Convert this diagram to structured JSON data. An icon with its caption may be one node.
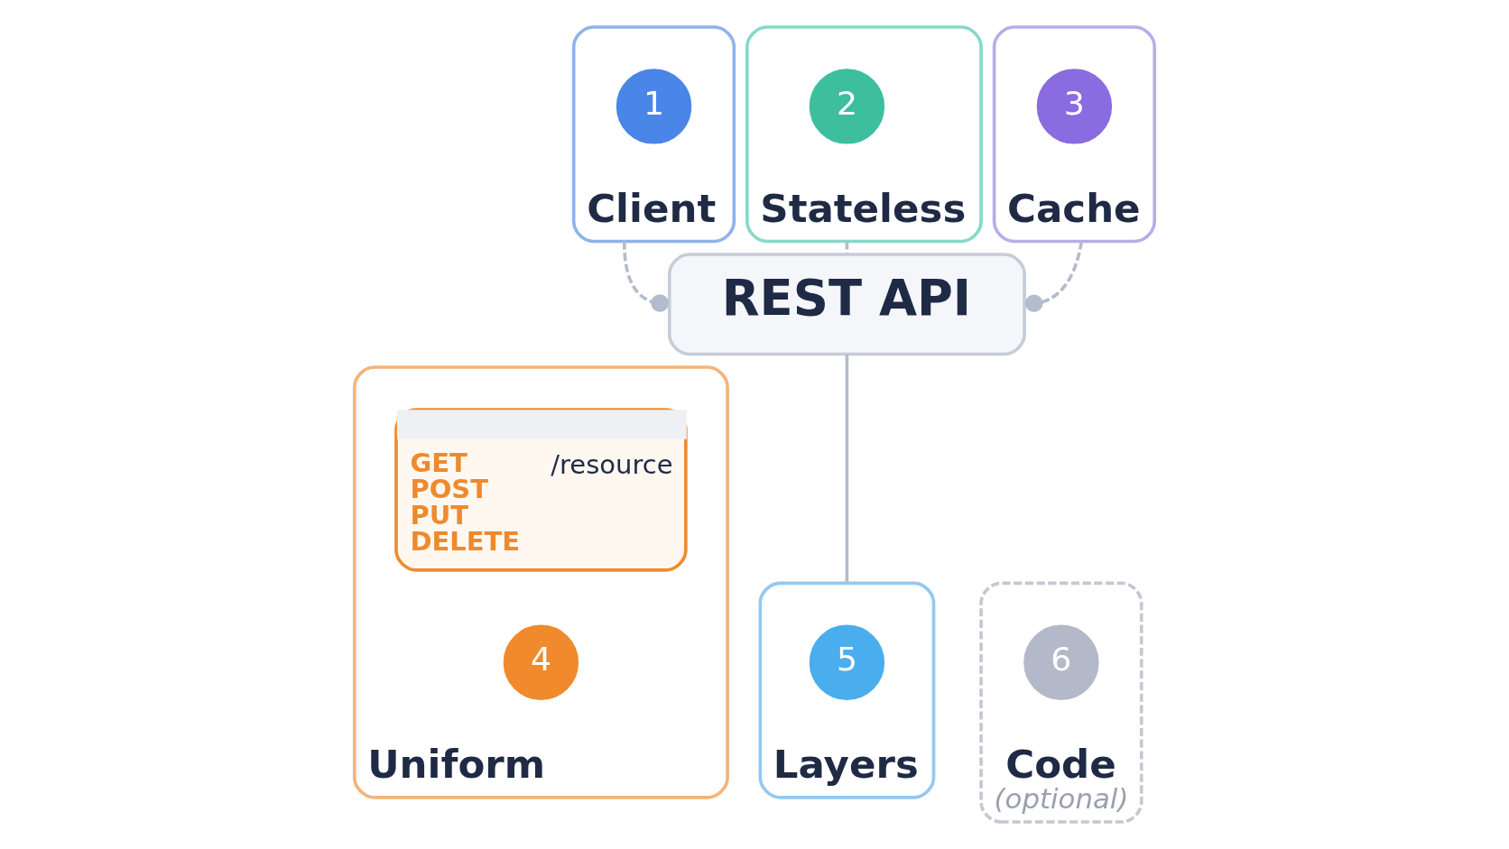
{
  "diagram": {
    "nodes": [
      {
        "text": [
          "Client"
        ]
      },
      {
        "text": [
          "1"
        ],
        "in": 0
      },
      {
        "text": [
          "Stateless"
        ]
      },
      {
        "text": [
          "2"
        ],
        "in": 2
      },
      {
        "text": [
          "Cache"
        ]
      },
      {
        "text": [
          "3"
        ],
        "in": 4
      },
      {
        "text": [
          "REST API"
        ]
      },
      {
        "text": [
          "Uniform"
        ]
      },
      {
        "text": [
          "GET POST PUT DELETE",
          "/resource"
        ],
        "in": 7
      },
      {
        "text": [
          "4"
        ],
        "in": 7
      },
      {
        "text": [
          "Layers"
        ]
      },
      {
        "text": [
          "5"
        ],
        "in": 10
      },
      {
        "text": [
          "Code",
          "(optional)"
        ]
      },
      {
        "text": [
          "6"
        ],
        "in": 12
      }
    ],
    "edges": [
      {
        "from": 0,
        "to": 6,
        "arrow": "other",
        "style": "dashed"
      },
      {
        "from": 2,
        "to": 6,
        "arrow": "none",
        "style": "dashed"
      },
      {
        "from": 4,
        "to": 6,
        "arrow": "other",
        "style": "dashed"
      },
      {
        "from": 6,
        "to": 10,
        "arrow": "none"
      }
    ]
  }
}
